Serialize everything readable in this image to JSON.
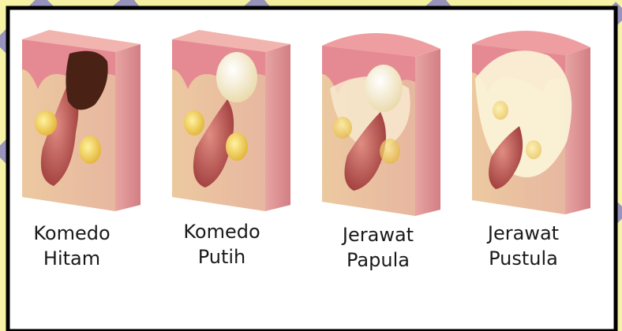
{
  "frame": {
    "background_color": "#f3efa0",
    "accent_color": "#3d39c6",
    "panel_color": "#ffffff",
    "border_color": "#000000"
  },
  "stages": [
    {
      "line1": "Komedo",
      "line2": "Hitam",
      "icon": "blackhead-icon"
    },
    {
      "line1": "Komedo",
      "line2": "Putih",
      "icon": "whitehead-icon"
    },
    {
      "line1": "Jerawat",
      "line2": "Papula",
      "icon": "papule-icon"
    },
    {
      "line1": "Jerawat",
      "line2": "Pustula",
      "icon": "pustule-icon"
    }
  ],
  "skin_colors": {
    "dermis": "#f3dcb4",
    "epidermis": "#e58a92",
    "follicle": "#b84848",
    "sebum_black": "#4a2115",
    "sebum_white": "#fbf4d8",
    "gland": "#f2cf57"
  }
}
